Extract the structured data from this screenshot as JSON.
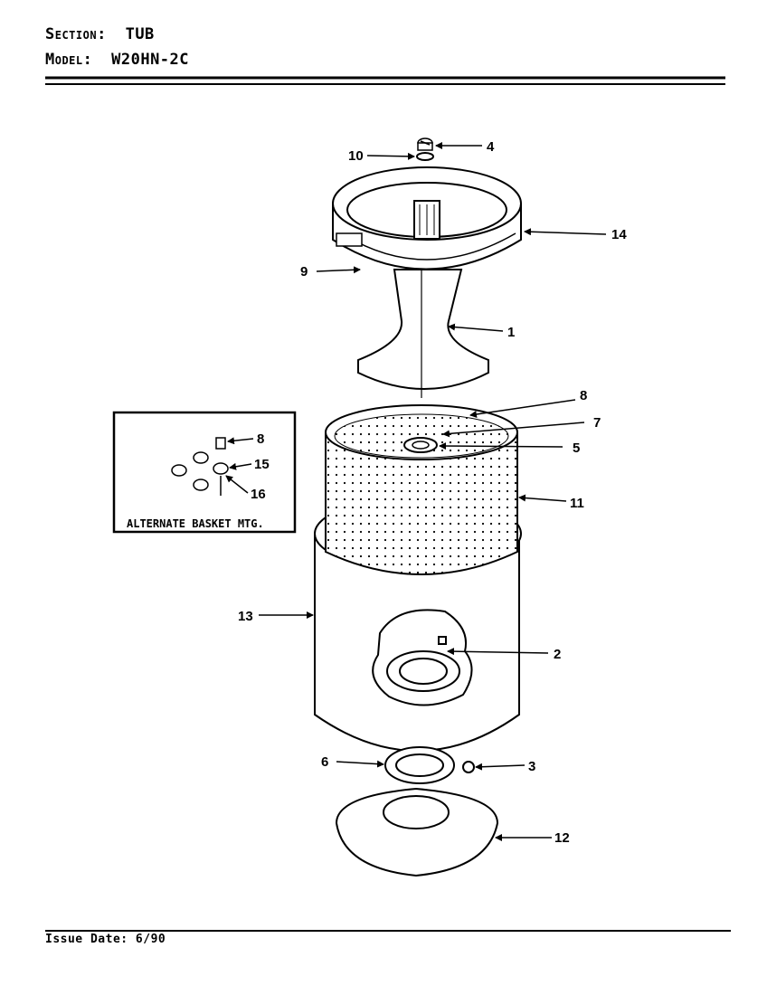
{
  "header": {
    "section_label": "Section:",
    "section_value": "TUB",
    "model_label": "Model:",
    "model_value": "W20HN-2C"
  },
  "inset": {
    "caption": "ALTERNATE BASKET MTG."
  },
  "callouts": {
    "c1": "1",
    "c2": "2",
    "c3": "3",
    "c4": "4",
    "c5": "5",
    "c6": "6",
    "c7": "7",
    "c8": "8",
    "c9": "9",
    "c10": "10",
    "c11": "11",
    "c12": "12",
    "c13": "13",
    "c14": "14",
    "inset8": "8",
    "inset15": "15",
    "inset16": "16"
  },
  "footer": {
    "issue_date": "Issue Date: 6/90"
  }
}
